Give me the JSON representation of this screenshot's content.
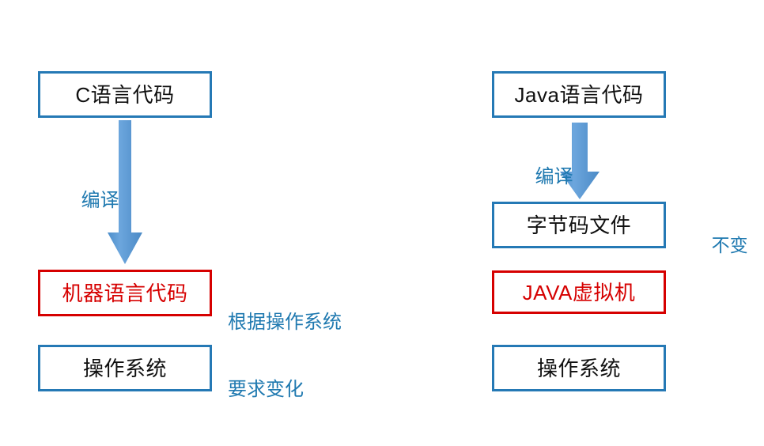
{
  "diagram": {
    "title": "C vs Java compilation and platform dependence",
    "colors": {
      "box_border_blue": "#2579B5",
      "box_border_red": "#D60000",
      "red_text": "#D60000",
      "arrow_blue": "#5B9BD5",
      "note_blue": "#1F79B0",
      "background": "#FFFFFF"
    },
    "left_column": {
      "source_box": {
        "label": "C语言代码"
      },
      "compile_arrow": {
        "label": "编译",
        "icon": "down-arrow-icon"
      },
      "machine_code_box": {
        "label": "机器语言代码"
      },
      "note": {
        "line1": "根据操作系统",
        "line2": "要求变化"
      },
      "os_box": {
        "label": "操作系统"
      }
    },
    "right_column": {
      "source_box": {
        "label": "Java语言代码"
      },
      "compile_arrow": {
        "label": "编译",
        "icon": "down-arrow-icon"
      },
      "bytecode_box": {
        "label": "字节码文件"
      },
      "note": {
        "text": "不变"
      },
      "jvm_box": {
        "label": "JAVA虚拟机"
      },
      "os_box": {
        "label": "操作系统"
      }
    }
  }
}
